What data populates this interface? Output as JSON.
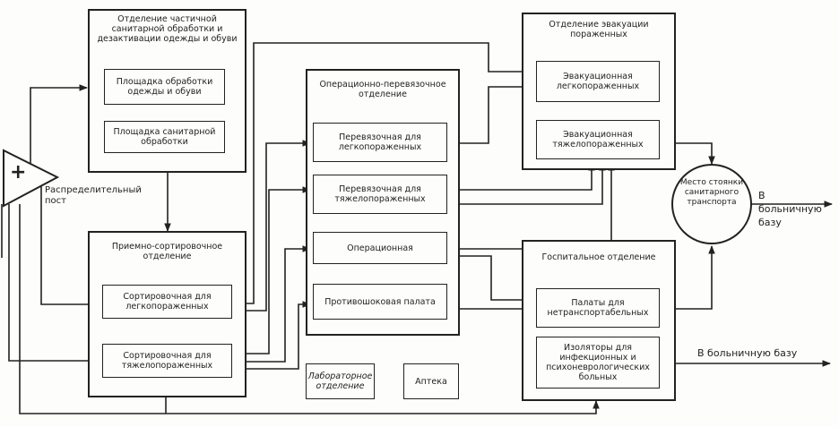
{
  "blocks": {
    "sanitation": {
      "title": "Отделение частичной санитарной обработки и дезактивации одежды и обуви",
      "area_clothing": "Площадка обработки одежды и обуви",
      "area_sanitary": "Площадка санитарной обработки"
    },
    "reception": {
      "title": "Приемно-сортировочное отделение",
      "sort_light": "Сортировочная для легкопораженных",
      "sort_heavy": "Сортировочная для тяжелопораженных"
    },
    "operating": {
      "title": "Операционно-перевязочное отделение",
      "dress_light": "Перевязочная для легкопораженных",
      "dress_heavy": "Перевязочная для тяжелопораженных",
      "operating_room": "Операционная",
      "antishock": "Противошоковая палата"
    },
    "evacuation": {
      "title": "Отделение эвакуации пораженных",
      "evac_light": "Эвакуационная легкопораженных",
      "evac_heavy": "Эвакуационная тяжелопораженных"
    },
    "hospital": {
      "title": "Госпитальное отделение",
      "wards": "Палаты для нетранспортабельных",
      "isolators": "Изоляторы для инфекционных и психоневрологических больных"
    },
    "lab": "Лабораторное отделение",
    "pharmacy": "Аптека"
  },
  "labels": {
    "distribution_post": "Распределительный пост",
    "plus": "+",
    "transport_place": "Место стоянки санитарного транспорта",
    "to_base_1": "В больничную базу",
    "to_base_2": "В больничную базу"
  },
  "colors": {
    "ink": "#222222",
    "paper": "#fdfdfb"
  }
}
